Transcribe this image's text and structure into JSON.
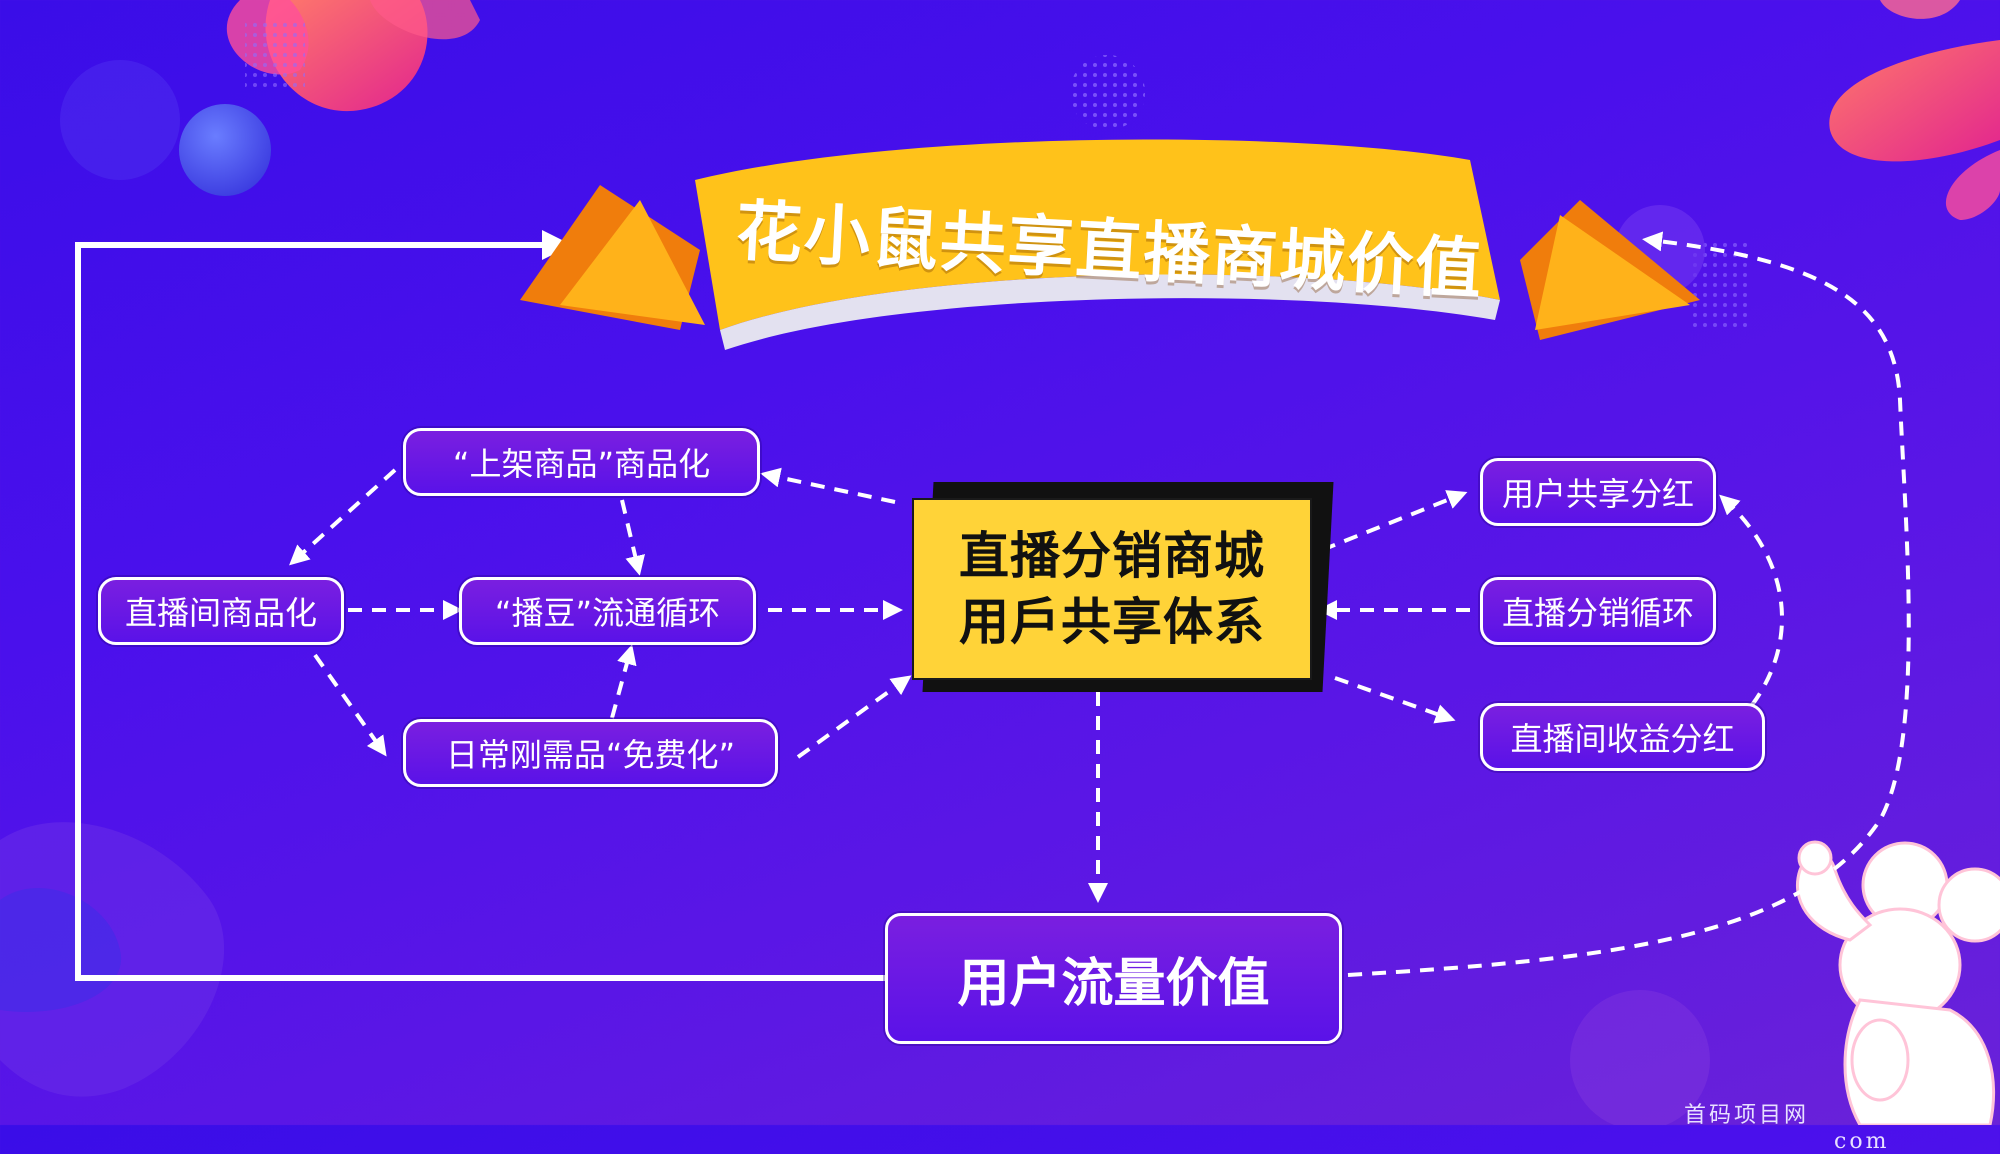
{
  "title": "花小鼠共享直播商城价值",
  "center": {
    "line1": "直播分销商城",
    "line2": "用戶共享体系"
  },
  "left_nodes": {
    "node_listing": "“上架商品”商品化",
    "node_live_room": "直播间商品化",
    "node_bean": "“播豆”流通循环",
    "node_daily": "日常刚需品“免费化”"
  },
  "right_nodes": {
    "node_share": "用户共享分红",
    "node_cycle": "直播分销循环",
    "node_revenue": "直播间收益分红"
  },
  "bottom_node": "用户流量价值",
  "watermark": "首码项目网",
  "watermark_tail": "com",
  "colors": {
    "background": "#4a10ec",
    "banner": "#ffc21a",
    "banner_dark": "#f07d0c",
    "center_box": "#ffd338",
    "node_border": "#ffffff",
    "petal_pink": "#ff3c8e"
  }
}
